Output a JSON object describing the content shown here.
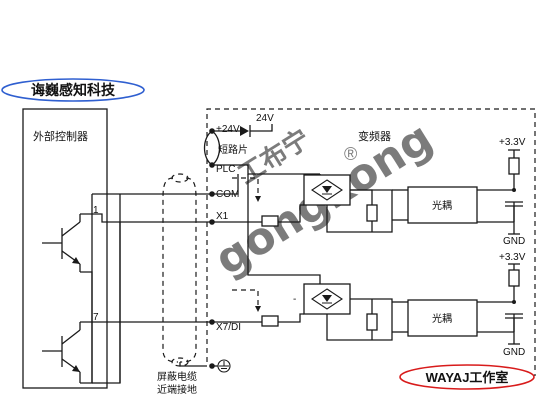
{
  "brand_badge": {
    "text": "诲巍感知科技",
    "text_color": "#1a237e",
    "border_color": "#2f5fd0",
    "fill": "#ffffff"
  },
  "watermark_badge": {
    "text": "WAYAJ工作室",
    "text_color": "#d81b1b",
    "border_color": "#d81b1b"
  },
  "watermark_logo": {
    "text": "gongkong",
    "chinese": "工布宁",
    "registered": "®",
    "color": "#c9c9c9"
  },
  "external_controller": {
    "label": "外部控制器"
  },
  "inverter": {
    "label": "变频器"
  },
  "power": {
    "supply_24v_top": "24V",
    "supply_24v_terminal": "+24V",
    "short_label": "短路片"
  },
  "terminals": {
    "plc": "PLC",
    "com": "COM",
    "x1": "X1",
    "x7": "X7/DI"
  },
  "wire_numbers": {
    "n1": "1",
    "n7": "7"
  },
  "shield": {
    "line1": "屏蔽电缆",
    "line2": "近端接地"
  },
  "optocouplers": {
    "upper": "光耦",
    "lower": "光耦"
  },
  "rails": {
    "upper_vcc": "+3.3V",
    "upper_gnd": "GND",
    "lower_vcc": "+3.3V",
    "lower_gnd": "GND"
  },
  "icons": {
    "ground": "ground-icon",
    "diode": "diode-icon",
    "bridge": "bridge-rectifier-icon",
    "transistor": "npn-transistor-icon",
    "resistor": "resistor-icon"
  }
}
